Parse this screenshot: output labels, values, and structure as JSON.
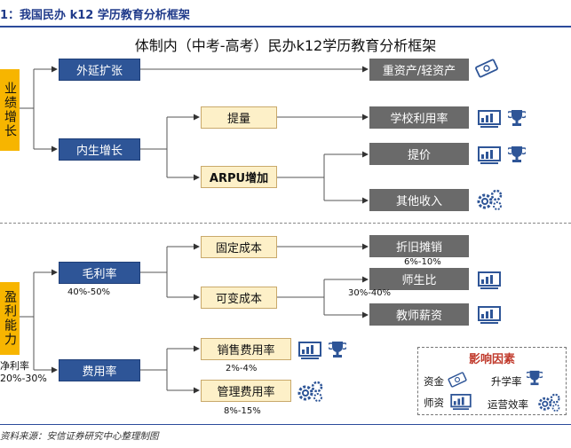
{
  "figure_title": "1：我国民办 k12 学历教育分析框架",
  "main_title": "体制内（中考-高考）民办k12学历教育分析框架",
  "sections": {
    "performance": {
      "label": "业绩增长",
      "external": "外延扩张",
      "internal": "内生增长",
      "volume": "提量",
      "arpu": "ARPU增加",
      "heavy_light": "重资产/轻资产",
      "utilization": "学校利用率",
      "price": "提价",
      "other_income": "其他收入"
    },
    "profit": {
      "label": "盈利能力",
      "net_margin_label": "净利率",
      "net_margin_range": "20%-30%",
      "gross_margin": "毛利率",
      "gross_margin_range": "40%-50%",
      "expense_ratio": "费用率",
      "fixed_cost": "固定成本",
      "variable_cost": "可变成本",
      "depreciation": "折旧摊销",
      "depreciation_range": "6%-10%",
      "teacher_ratio": "师生比",
      "teacher_ratio_range": "30%-40%",
      "teacher_salary": "教师薪资",
      "sales_expense": "销售费用率",
      "sales_expense_range": "2%-4%",
      "admin_expense": "管理费用率",
      "admin_expense_range": "8%-15%"
    }
  },
  "legend": {
    "title": "影响因素",
    "capital": "资金",
    "enrollment": "升学率",
    "teachers": "师资",
    "efficiency": "运营效率"
  },
  "source": "资料来源：安信证券研究中心整理制图",
  "colors": {
    "blue_box": "#2e5597",
    "cream_box": "#fdf0c8",
    "gray_box": "#6a6a6a",
    "left_box": "#f7b500",
    "icon_blue": "#2e5597"
  }
}
